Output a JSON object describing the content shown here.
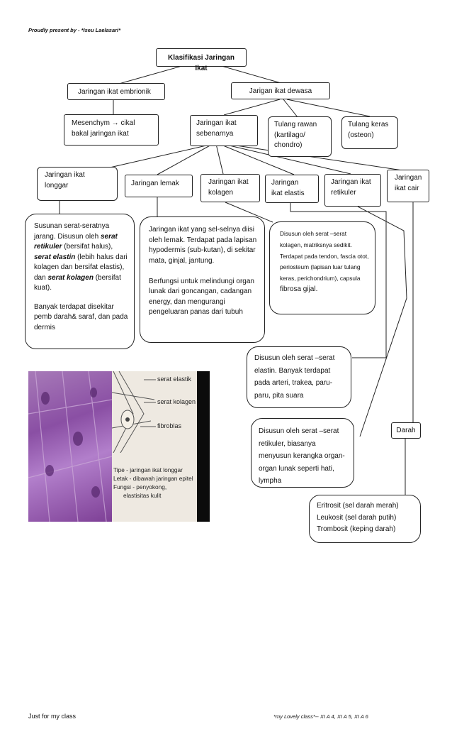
{
  "header": "Proudly present by - *Iseu Laelasari*",
  "footer": {
    "left": "Just for my class",
    "right": "*my Lovely class*-- XI A 4, XI A 5, XI A 6"
  },
  "nodes": {
    "root": "Klasifikasi Jaringan Ikat",
    "embrionik": "Jaringan ikat embrionik",
    "dewasa": "Jarigan ikat dewasa",
    "mesenchym_line1": "Mesenchym → cikal",
    "mesenchym_line2": "bakal jaringan ikat",
    "sebenarnya": "Jaringan ikat\nsebenarnya",
    "tulang_rawan": "Tulang rawan\n(kartilago/\nchondro)",
    "tulang_keras": "Tulang keras\n(osteon)",
    "longgar": "Jaringan ikat\nlonggar",
    "lemak": "Jaringan lemak",
    "kolagen": "Jaringan ikat\nkolagen",
    "elastis": "Jaringan\nikat elastis",
    "retikuler": "Jaringan ikat\nretikuler",
    "cair": "Jaringan\nikat cair",
    "darah": "Darah"
  },
  "descriptions": {
    "longgar": {
      "t1": "Susunan serat-seratnya jarang. Disusun oleh ",
      "b1": "serat retikuler",
      "t2": " (bersifat halus), ",
      "b2": "serat elastin",
      "t3": " (lebih halus dari kolagen dan bersifat elastis), dan ",
      "b3": "serat kolagen",
      "t4": " (bersifat kuat).",
      "p2": "Banyak terdapat disekitar pemb darah& saraf, dan pada dermis"
    },
    "lemak": "Jaringan ikat yang sel-selnya diisi oleh lemak. Terdapat pada lapisan hypodermis (sub-kutan), di sekitar mata, ginjal, jantung.\n\nBerfungsi untuk melindungi organ lunak dari goncangan, cadangan energy, dan mengurangi pengeluaran panas dari tubuh",
    "kolagen": "Disusun oleh serat –serat kolagen, matriksnya sedikit. Terdapat pada tendon, fascia otot, periosteum (lapisan luar tulang keras, perichondrium), capsula",
    "kolagen_end": "fibrosa gijal.",
    "elastis": "Disusun oleh serat –serat elastin. Banyak terdapat pada arteri, trakea, paru-paru, pita suara",
    "retikuler": "Disusun oleh serat –serat retikuler, biasanya menyusun kerangka organ-organ lunak seperti hati, lympha",
    "darah": "Eritrosit (sel darah merah)\nLeukosit (sel darah putih)\nTrombosit (keping darah)"
  },
  "image": {
    "labels": [
      "serat elastik",
      "serat kolagen",
      "fibroblas"
    ],
    "caption": [
      "Tipe - jaringan ikat longgar",
      "Letak - dibawah jaringan epitel",
      "Fungsi - penyokong,",
      "elastisitas kulit"
    ]
  },
  "colors": {
    "line": "#222222",
    "border": "#222222",
    "tissue": "#8a4fa4"
  }
}
